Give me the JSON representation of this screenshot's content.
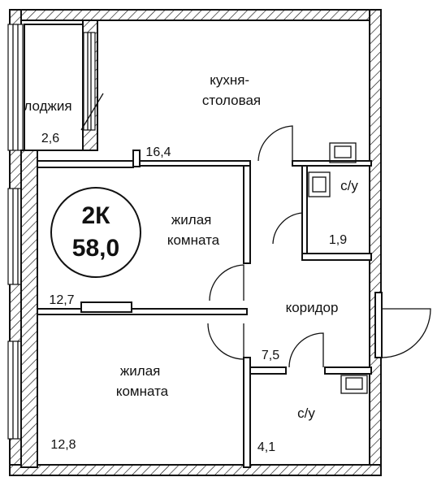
{
  "plan": {
    "type_label": "2К",
    "total_area": "58,0",
    "rooms": {
      "kitchen": {
        "name": "кухня-\nстоловая",
        "area": "16,4"
      },
      "loggia": {
        "name": "лоджия",
        "area": "2,6"
      },
      "bedroom1": {
        "name": "жилая\nкомната",
        "area": "12,7"
      },
      "bedroom2": {
        "name": "жилая\nкомната",
        "area": "12,8"
      },
      "corridor": {
        "name": "коридор",
        "area": "7,5"
      },
      "bath_small": {
        "name": "с/у",
        "area": "1,9"
      },
      "bath_large": {
        "name": "с/у",
        "area": "4,1"
      }
    }
  }
}
